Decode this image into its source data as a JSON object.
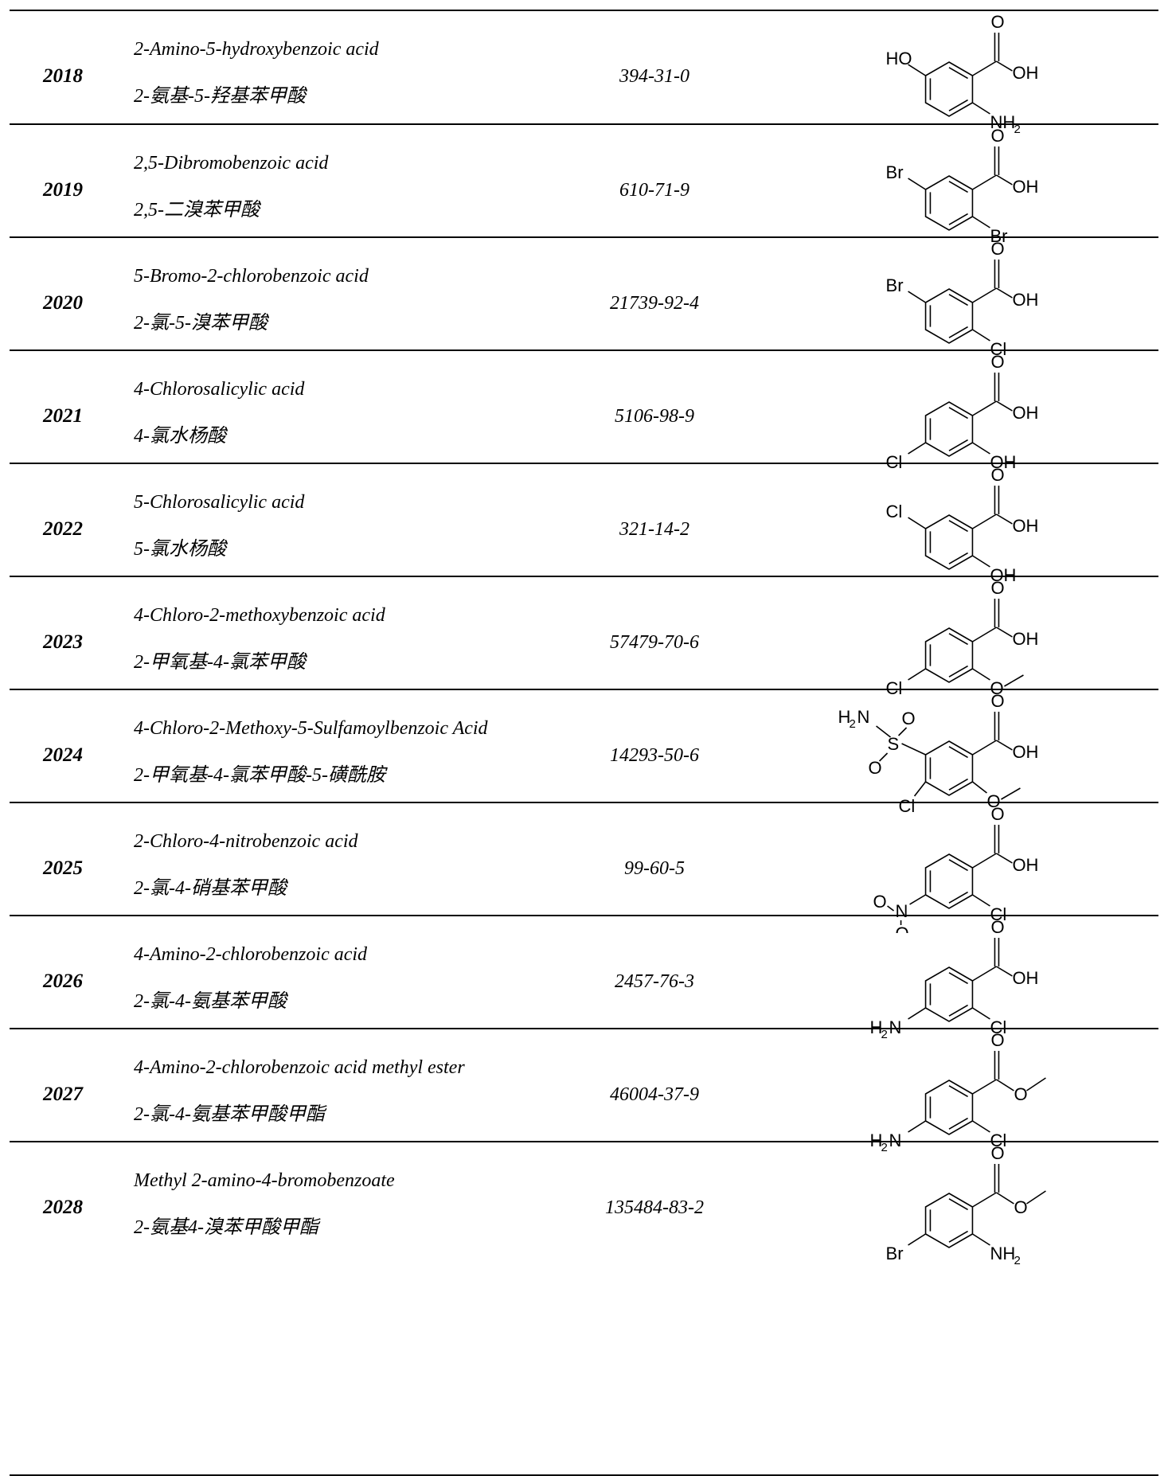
{
  "rows": [
    {
      "num": "2018",
      "en": "2-Amino-5-hydroxybenzoic acid",
      "cn": "2-氨基-5-羟基苯甲酸",
      "cas": "394-31-0",
      "labels": {
        "cooh_o": "O",
        "oh": "OH",
        "top": "HO",
        "bottom": "NH",
        "sub": "2"
      }
    },
    {
      "num": "2019",
      "en": "2,5-Dibromobenzoic acid",
      "cn": "2,5-二溴苯甲酸",
      "cas": "610-71-9",
      "labels": {
        "cooh_o": "O",
        "oh": "OH",
        "top": "Br",
        "bottom": "Br"
      }
    },
    {
      "num": "2020",
      "en": "5-Bromo-2-chlorobenzoic acid",
      "cn": "2-氯-5-溴苯甲酸",
      "cas": "21739-92-4",
      "labels": {
        "cooh_o": "O",
        "oh": "OH",
        "top": "Br",
        "bottom": "Cl"
      }
    },
    {
      "num": "2021",
      "en": "4-Chlorosalicylic acid",
      "cn": "4-氯水杨酸",
      "cas": "5106-98-9",
      "labels": {
        "cooh_o": "O",
        "oh": "OH",
        "left": "Cl",
        "bottom": "OH"
      }
    },
    {
      "num": "2022",
      "en": "5-Chlorosalicylic acid",
      "cn": "5-氯水杨酸",
      "cas": "321-14-2",
      "labels": {
        "cooh_o": "O",
        "oh": "OH",
        "top": "Cl",
        "bottom": "OH"
      }
    },
    {
      "num": "2023",
      "en": "4-Chloro-2-methoxybenzoic acid",
      "cn": "2-甲氧基-4-氯苯甲酸",
      "cas": "57479-70-6",
      "labels": {
        "cooh_o": "O",
        "oh": "OH",
        "left": "Cl",
        "bottom": "O"
      }
    },
    {
      "num": "2024",
      "en": "4-Chloro-2-Methoxy-5-Sulfamoylbenzoic Acid",
      "cn": "2-甲氧基-4-氯苯甲酸-5-磺酰胺",
      "cas": "14293-50-6",
      "labels": {
        "cooh_o": "O",
        "oh": "OH",
        "h2n": "H",
        "h2n_sub": "2",
        "h2n_n": "N",
        "s": "S",
        "so1": "O",
        "so2": "O",
        "cl": "Cl",
        "ome": "O"
      }
    },
    {
      "num": "2025",
      "en": "2-Chloro-4-nitrobenzoic acid",
      "cn": "2-氯-4-硝基苯甲酸",
      "cas": "99-60-5",
      "labels": {
        "cooh_o": "O",
        "oh": "OH",
        "n": "N",
        "no1": "O",
        "no2": "O",
        "bottom": "Cl"
      }
    },
    {
      "num": "2026",
      "en": "4-Amino-2-chlorobenzoic acid",
      "cn": "2-氯-4-氨基苯甲酸",
      "cas": "2457-76-3",
      "labels": {
        "cooh_o": "O",
        "oh": "OH",
        "left": "H",
        "left_sub": "2",
        "left_n": "N",
        "bottom": "Cl"
      }
    },
    {
      "num": "2027",
      "en": "4-Amino-2-chlorobenzoic acid methyl ester",
      "cn": "2-氯-4-氨基苯甲酸甲酯",
      "cas": "46004-37-9",
      "labels": {
        "cooh_o": "O",
        "ester_o": "O",
        "left": "H",
        "left_sub": "2",
        "left_n": "N",
        "bottom": "Cl"
      }
    },
    {
      "num": "2028",
      "en": "Methyl 2-amino-4-bromobenzoate",
      "cn": "2-氨基4-溴苯甲酸甲酯",
      "cas": "135484-83-2",
      "labels": {
        "cooh_o": "O",
        "ester_o": "O",
        "left": "Br",
        "bottom": "NH",
        "sub": "2"
      }
    }
  ]
}
